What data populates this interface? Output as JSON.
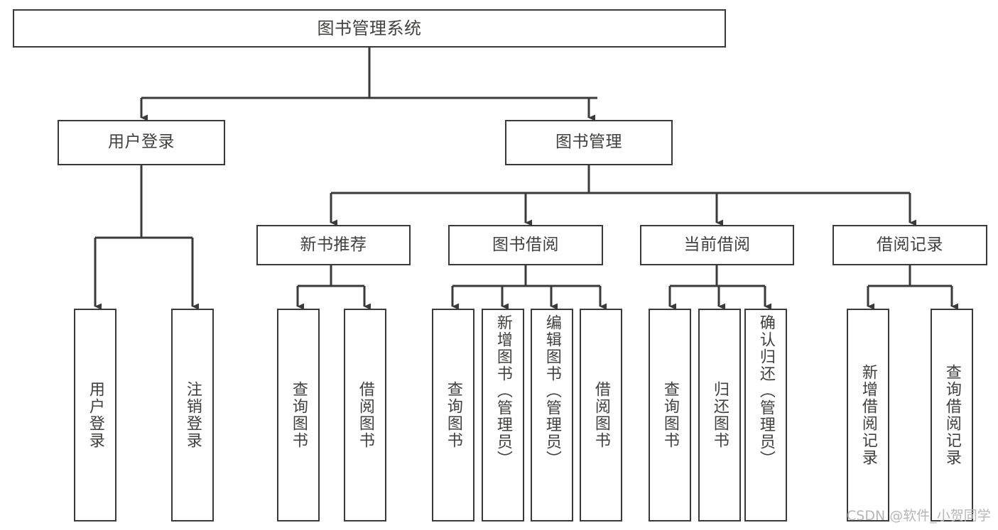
{
  "diagram": {
    "title": "图书管理系统",
    "type": "tree",
    "watermark": "CSDN @软件_小贺同学",
    "line_color": "#3a3a3a",
    "text_color": "#40403f",
    "background": "#ffffff",
    "root": {
      "label": "图书管理系统"
    },
    "level2": [
      {
        "label": "用户登录"
      },
      {
        "label": "图书管理"
      }
    ],
    "level3": [
      {
        "label": "新书推荐"
      },
      {
        "label": "图书借阅"
      },
      {
        "label": "当前借阅"
      },
      {
        "label": "借阅记录"
      }
    ],
    "leaves": {
      "user_login": [
        {
          "label": "用户登录"
        },
        {
          "label": "注销登录"
        }
      ],
      "new_book_recommend": [
        {
          "label": "查询图书"
        },
        {
          "label": "借阅图书"
        }
      ],
      "book_borrow": [
        {
          "label": "查询图书"
        },
        {
          "label": "新增图书（管理员）"
        },
        {
          "label": "编辑图书（管理员）"
        },
        {
          "label": "借阅图书"
        }
      ],
      "current_borrow": [
        {
          "label": "查询图书"
        },
        {
          "label": "归还图书"
        },
        {
          "label": "确认归还（管理员）"
        }
      ],
      "borrow_record": [
        {
          "label": "新增借阅记录"
        },
        {
          "label": "查询借阅记录"
        }
      ]
    }
  }
}
